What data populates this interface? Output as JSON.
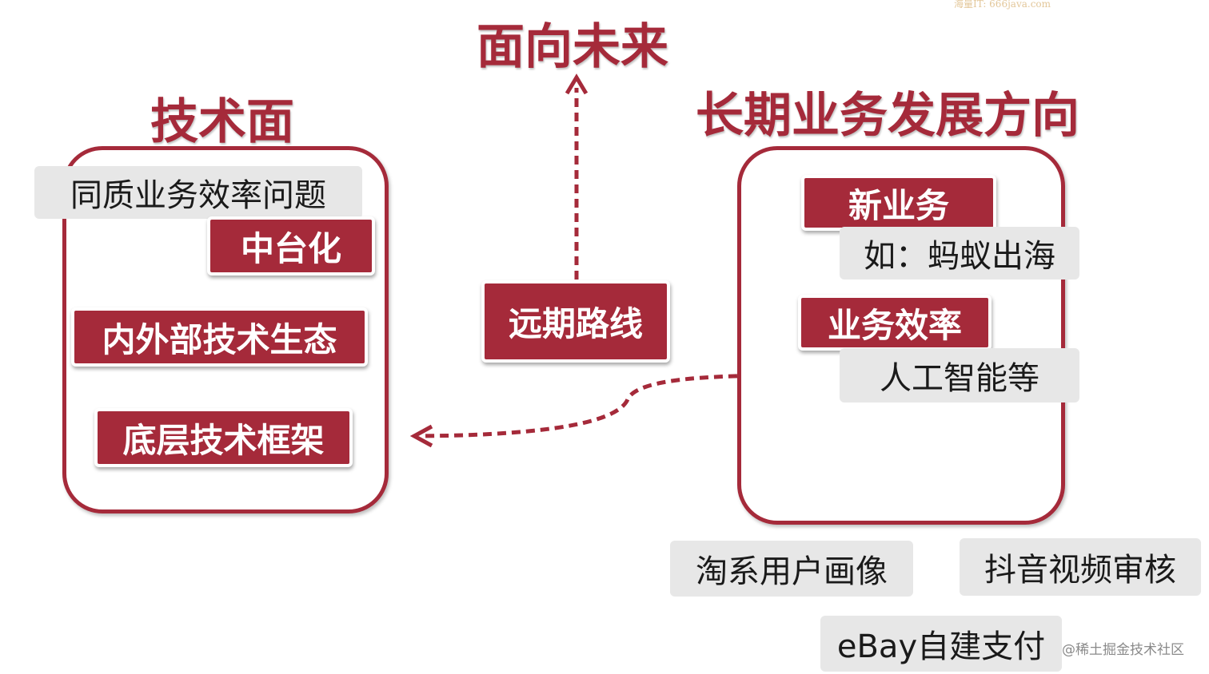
{
  "watermark_top": "海量IT: 666java.com",
  "watermark_bottom": "@稀土掘金技术社区",
  "center": {
    "title": "面向未来",
    "route": "远期路线"
  },
  "tech": {
    "title": "技术面",
    "items": [
      "同质业务效率问题",
      "中台化",
      "内外部技术生态",
      "底层技术框架"
    ]
  },
  "biz": {
    "title": "长期业务发展方向",
    "new_business": "新业务",
    "new_business_example": "如：蚂蚁出海",
    "efficiency": "业务效率",
    "efficiency_example": "人工智能等"
  },
  "examples": [
    "淘系用户画像",
    "抖音视频审核",
    "eBay自建支付"
  ],
  "colors": {
    "accent": "#a52a3a",
    "gray_box": "#e7e7e7"
  }
}
